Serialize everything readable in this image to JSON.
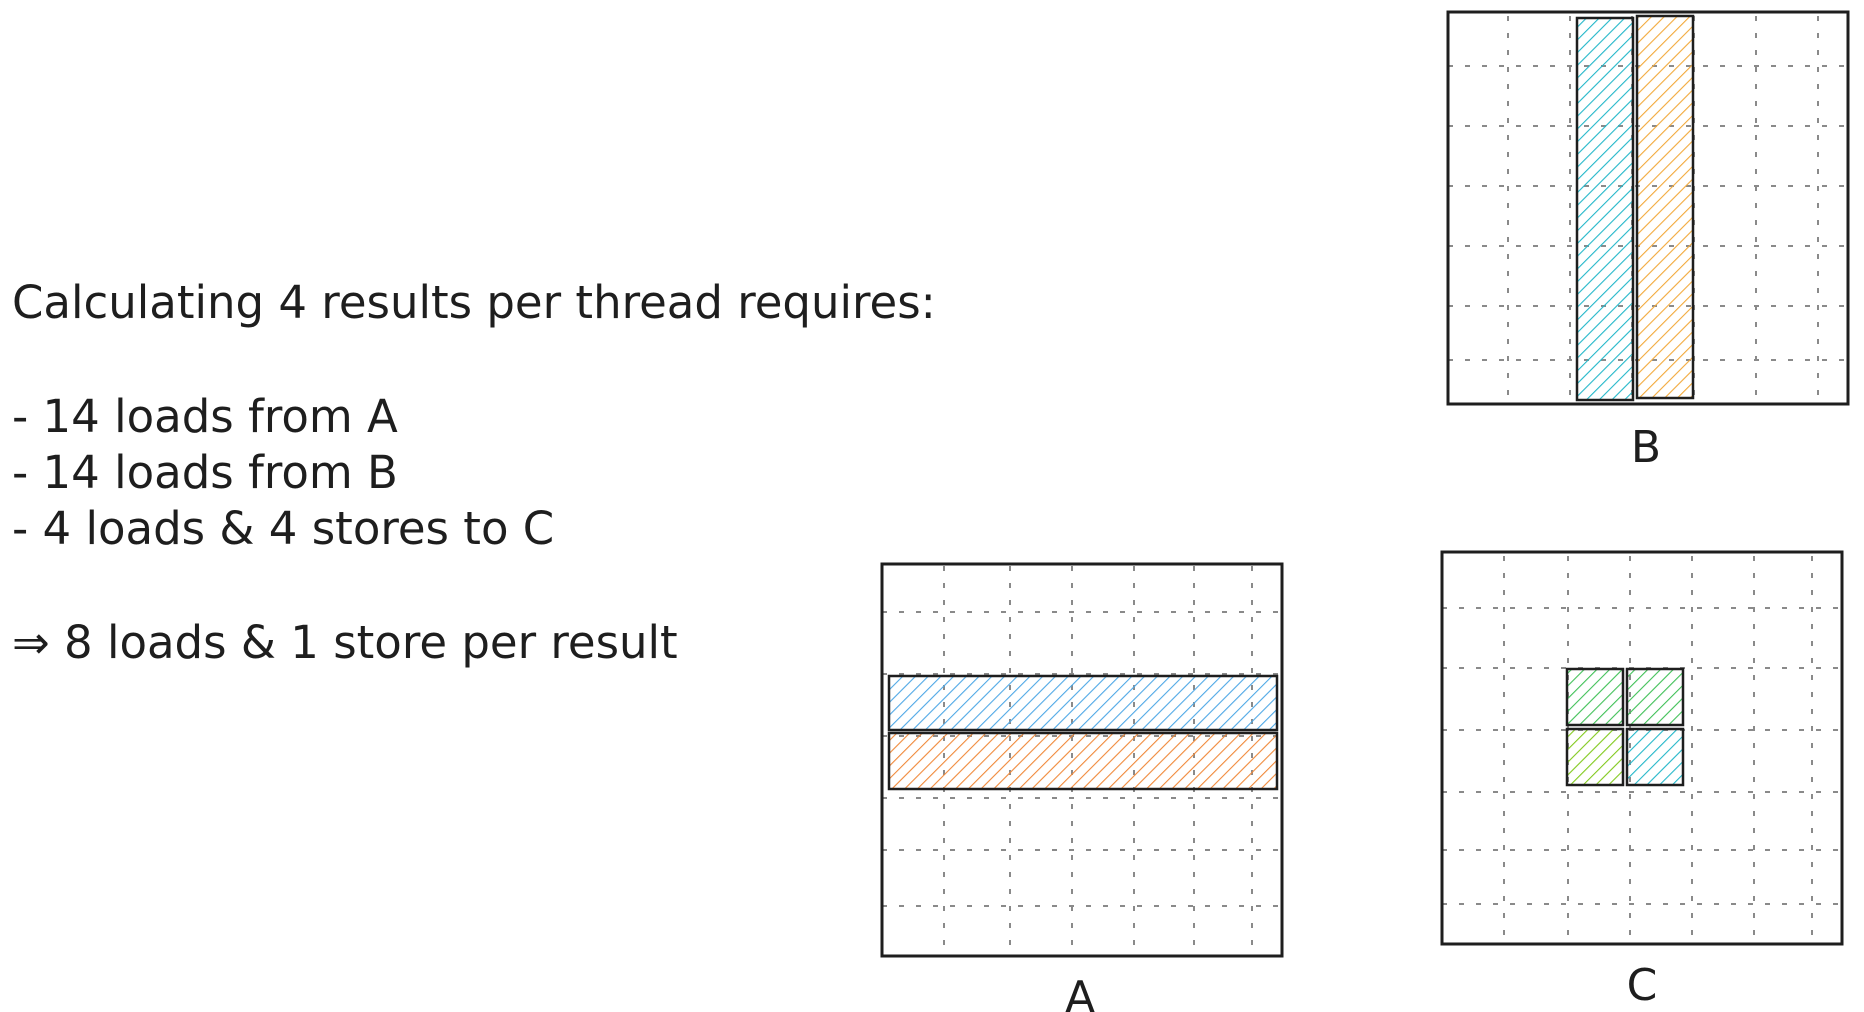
{
  "text": {
    "heading": "Calculating 4 results per thread requires:",
    "bullets": [
      "- 14 loads from A",
      "- 14 loads from B",
      "- 4 loads & 4 stores to C"
    ],
    "conclusion": "⇒ 8 loads & 1 store per result"
  },
  "matrices": {
    "A": {
      "label": "A"
    },
    "B": {
      "label": "B"
    },
    "C": {
      "label": "C"
    }
  },
  "colors": {
    "blue": "#4fa8e6",
    "orange": "#f0893a",
    "cyan": "#23b7c9",
    "amber": "#f2a93b",
    "green": "#40c057",
    "lime": "#82c91e",
    "grid": "#8a8a8a",
    "frame": "#1e1e1e"
  }
}
